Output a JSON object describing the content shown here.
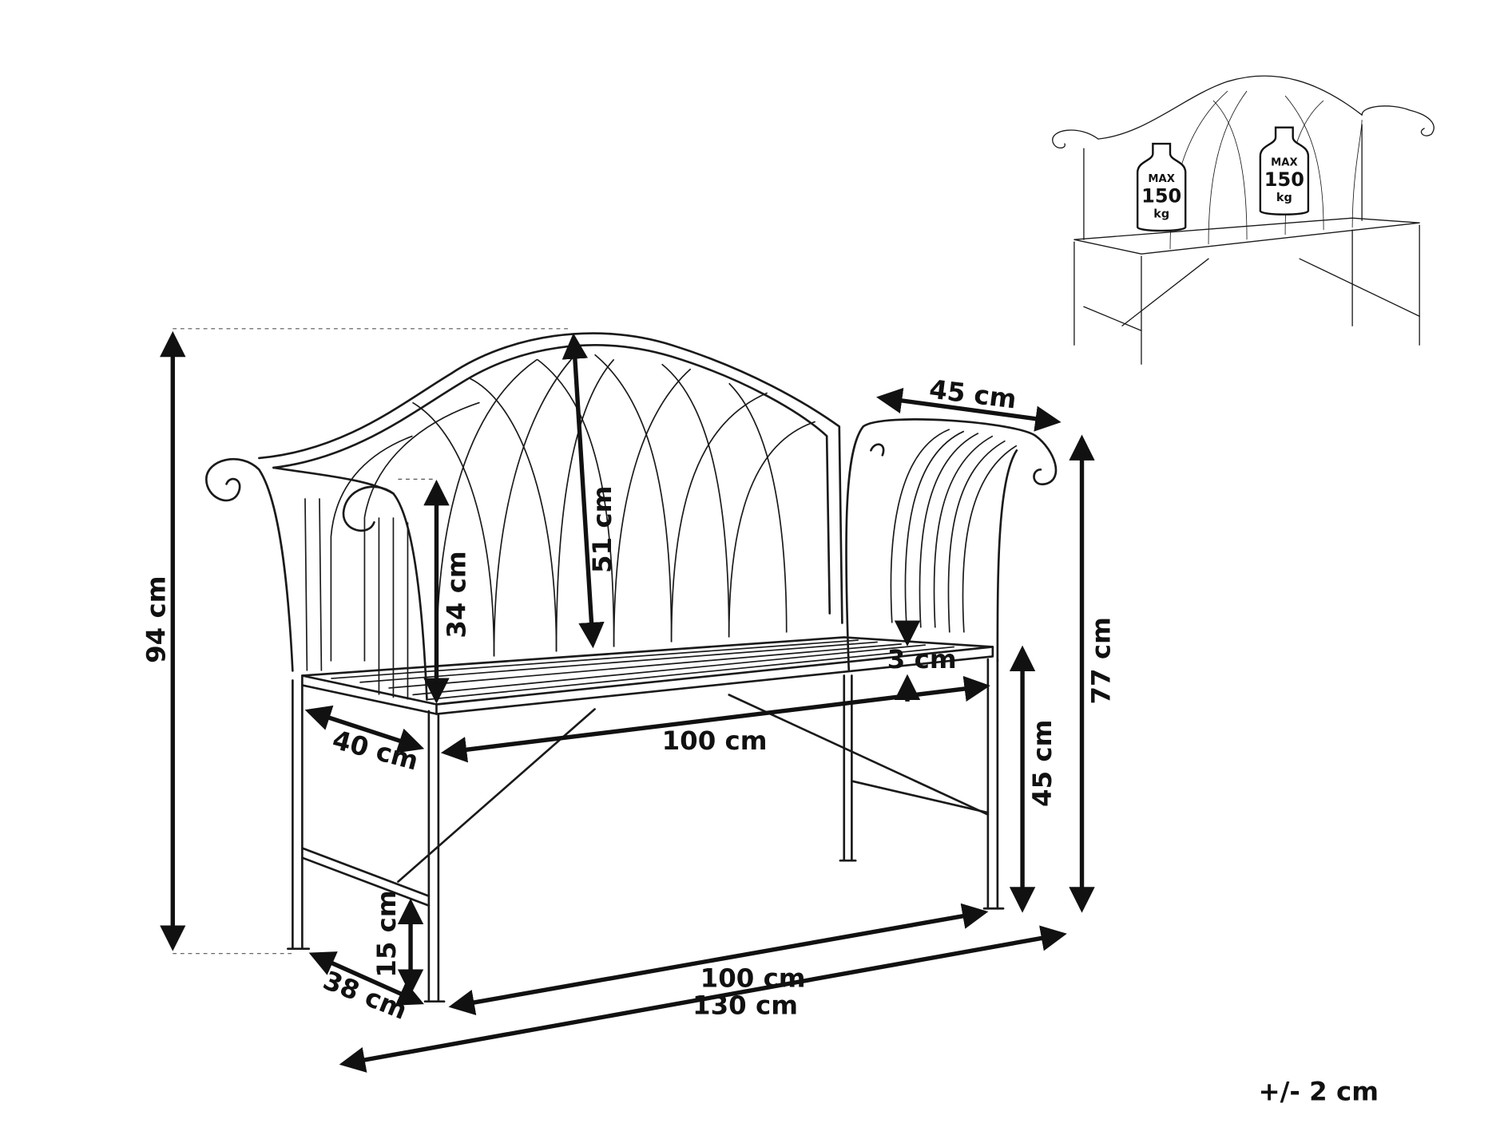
{
  "dimensions": {
    "total_height": "94 cm",
    "backrest_height": "51 cm",
    "armrest_above_seat": "34 cm",
    "armrest_depth": "45 cm",
    "armrest_height": "77 cm",
    "seat_thickness": "3 cm",
    "seat_width": "100 cm",
    "seat_depth": "40 cm",
    "seat_height": "45 cm",
    "stretcher_height": "15 cm",
    "leg_depth": "38 cm",
    "leg_span": "100 cm",
    "total_width": "130 cm"
  },
  "tolerance": "+/- 2 cm",
  "inset": {
    "weights": [
      {
        "top": "MAX",
        "value": "150",
        "unit": "kg"
      },
      {
        "top": "MAX",
        "value": "150",
        "unit": "kg"
      }
    ]
  }
}
